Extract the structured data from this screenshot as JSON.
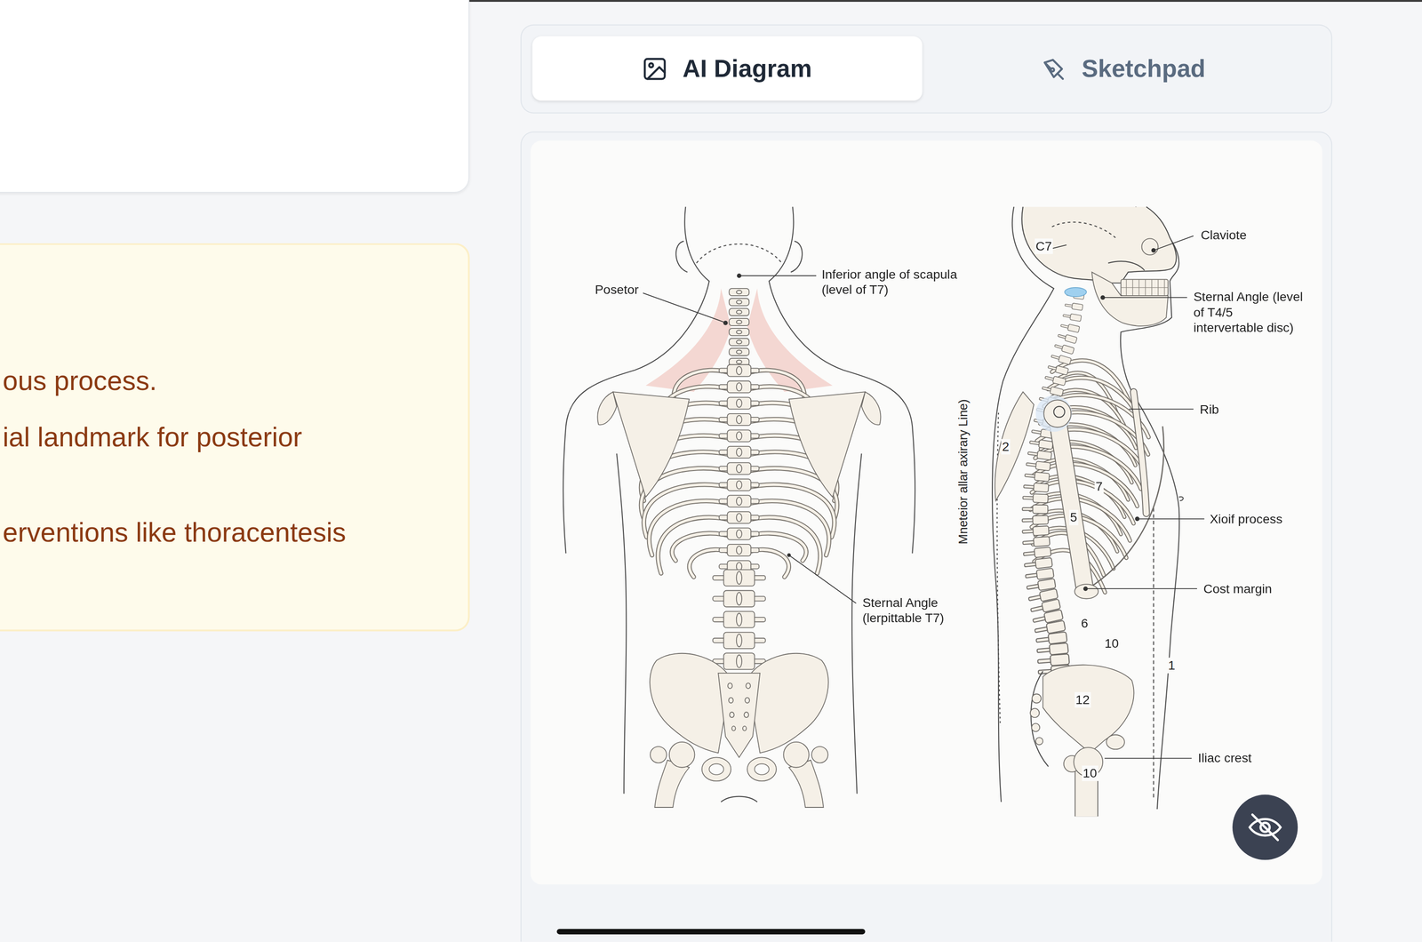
{
  "diagram": {
    "nodes": [
      {
        "text": [
          "AI Diagram"
        ]
      },
      {
        "text": [
          "Sketchpad"
        ]
      },
      {
        "text": [
          "ous process.",
          "ial landmark for posterior",
          "erventions like thoracentesis"
        ]
      }
    ],
    "labels": [
      "Posetor",
      "Inferior angle of scapula (level of T7)",
      "Sternal Angle (lerpittable T7)",
      "C7",
      "Claviote",
      "Sternal Angle (level of T4/5 intervertable disc)",
      "Rib",
      "Xioif process",
      "Cost margin",
      "Iliac crest",
      "Mneteior allar axirary Line)",
      "2",
      "7",
      "5",
      "6",
      "10",
      "12",
      "10",
      "1"
    ]
  }
}
